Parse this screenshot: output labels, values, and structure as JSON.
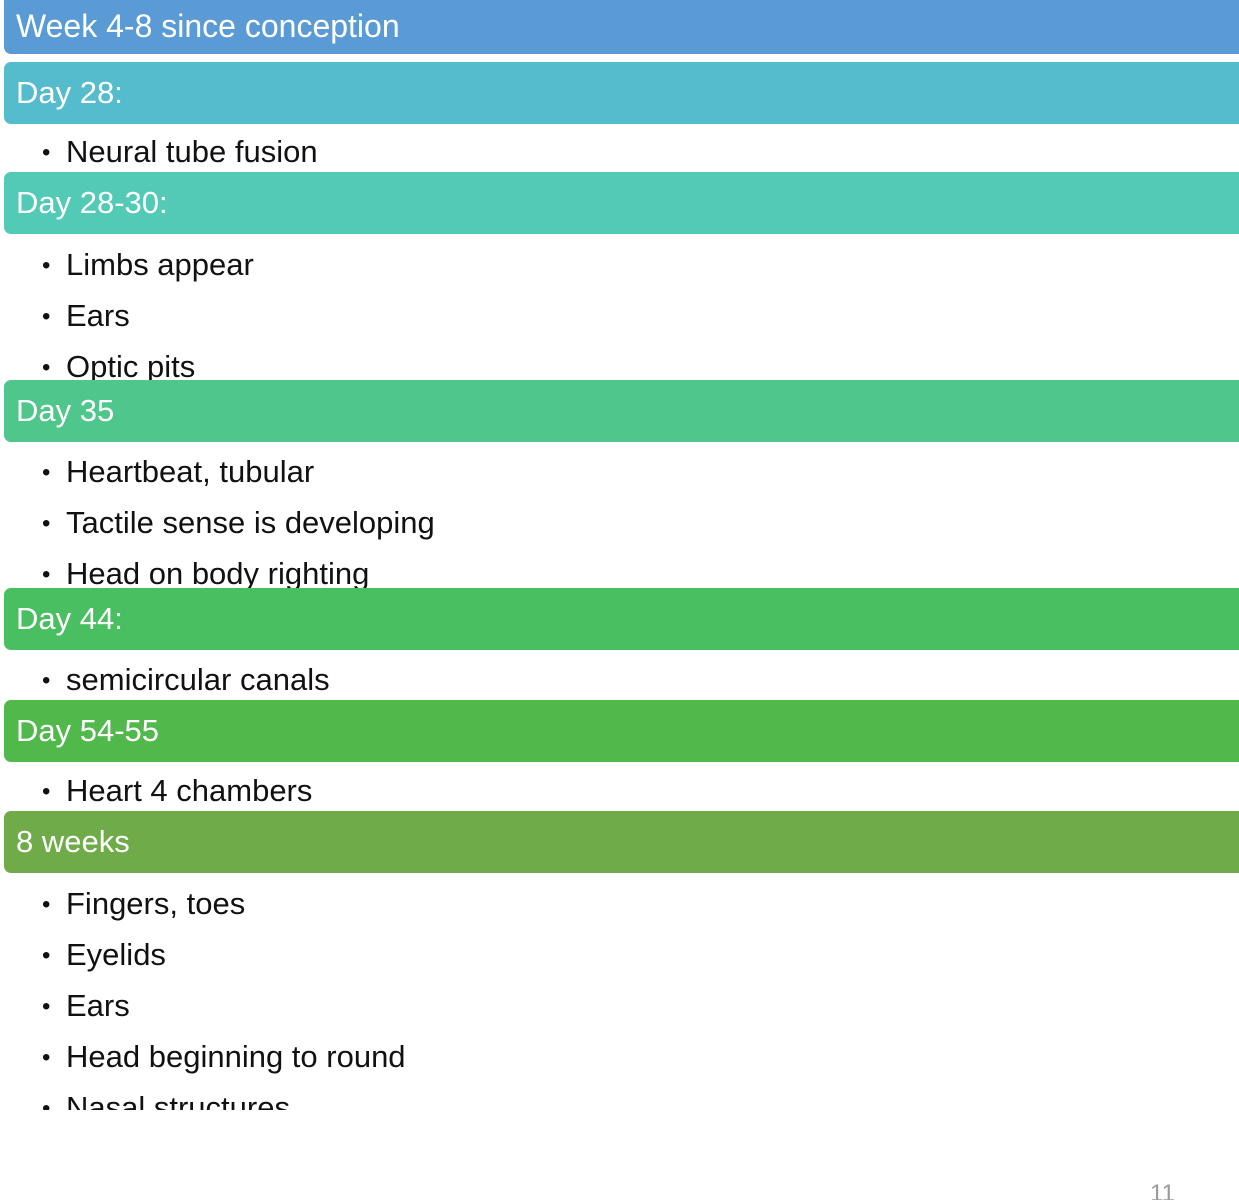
{
  "slide": {
    "title": "Week 4-8 since conception",
    "title_color": "#5a9bd5",
    "sections": [
      {
        "heading": "Day 28:",
        "color": "#55bccd",
        "items": [
          "Neural tube fusion"
        ]
      },
      {
        "heading": "Day 28-30:",
        "color": "#52cab6",
        "items": [
          "Limbs appear",
          "Ears",
          "Optic pits"
        ]
      },
      {
        "heading": "Day 35",
        "color": "#4fc68c",
        "items": [
          "Heartbeat, tubular",
          "Tactile sense is developing",
          "Head on body righting"
        ]
      },
      {
        "heading": "Day 44:",
        "color": "#4abf62",
        "items": [
          "semicircular canals"
        ]
      },
      {
        "heading": "Day 54-55",
        "color": "#51b84b",
        "items": [
          "Heart 4 chambers"
        ]
      },
      {
        "heading": "8 weeks",
        "color": "#6fab48",
        "items": [
          "Fingers, toes",
          "Eyelids",
          "Ears",
          "Head beginning to round",
          "Nasal structures"
        ]
      }
    ],
    "page_number": "11"
  }
}
